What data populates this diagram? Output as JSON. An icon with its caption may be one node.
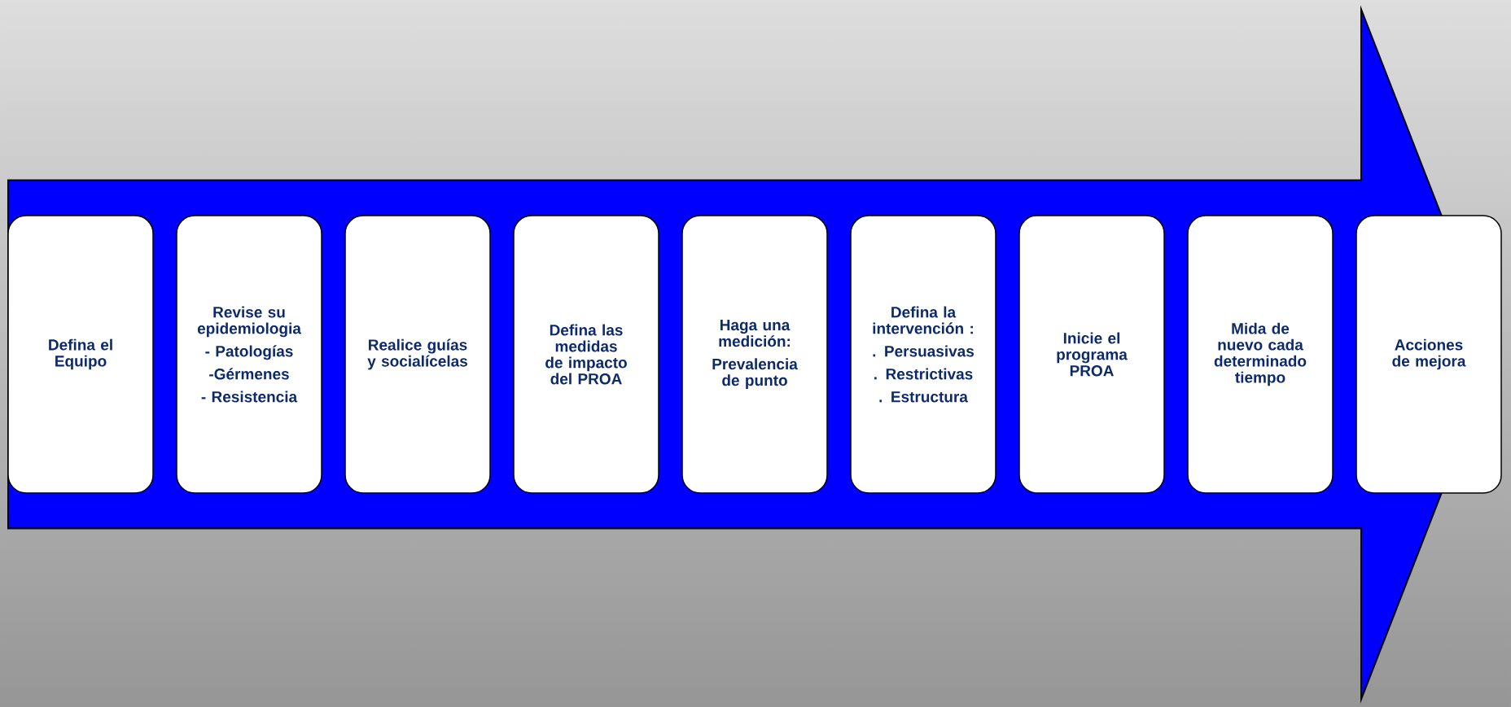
{
  "diagram": {
    "nodes": [
      {
        "text": [
          "Defina el Equipo"
        ]
      },
      {
        "text": [
          "Revise su epidemiologia",
          "- Patologías",
          "-Gérmenes",
          "- Resistencia"
        ]
      },
      {
        "text": [
          "Realice guías y socialícelas"
        ]
      },
      {
        "text": [
          "Defina las medidas de impacto del PROA"
        ]
      },
      {
        "text": [
          "Haga una medición:",
          "Prevalencia de punto"
        ]
      },
      {
        "text": [
          "Defina la intervención :",
          ". Persuasivas",
          ". Restrictivas",
          ". Estructura"
        ]
      },
      {
        "text": [
          "Inicie el programa PROA"
        ]
      },
      {
        "text": [
          "Mida de nuevo cada determinado tiempo"
        ]
      },
      {
        "text": [
          "Acciones de mejora"
        ]
      }
    ],
    "edges": [
      {
        "from": 0,
        "to": 8,
        "arrow": "to"
      }
    ]
  }
}
